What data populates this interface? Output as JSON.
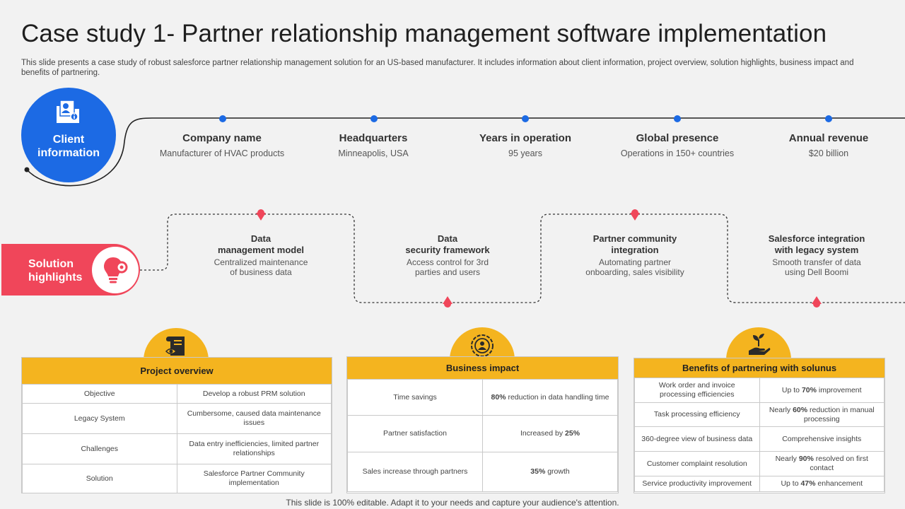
{
  "title": "Case study 1- Partner relationship management software implementation",
  "subtitle": "This slide presents a case study of robust salesforce partner relationship management solution for an US-based manufacturer. It includes information about client information, project overview, solution highlights, business impact and benefits of partnering.",
  "client_info": {
    "label_line1": "Client",
    "label_line2": "information",
    "icon": "profile-folder-icon",
    "items": [
      {
        "heading": "Company name",
        "value": "Manufacturer of HVAC products"
      },
      {
        "heading": "Headquarters",
        "value": "Minneapolis, USA"
      },
      {
        "heading": "Years in operation",
        "value": "95 years"
      },
      {
        "heading": "Global presence",
        "value": "Operations in 150+ countries"
      },
      {
        "heading": "Annual revenue",
        "value": "$20 billion"
      }
    ]
  },
  "solution_highlights": {
    "label_line1": "Solution",
    "label_line2": "highlights",
    "icon": "lightbulb-gear-icon",
    "items": [
      {
        "h1": "Data",
        "h2": "management model",
        "v1": "Centralized maintenance",
        "v2": "of business data"
      },
      {
        "h1": "Data",
        "h2": "security framework",
        "v1": "Access control for 3rd",
        "v2": "parties and users"
      },
      {
        "h1": "Partner community",
        "h2": "integration",
        "v1": "Automating partner",
        "v2": "onboarding, sales visibility"
      },
      {
        "h1": "Salesforce integration",
        "h2": "with legacy system",
        "v1": "Smooth transfer of data",
        "v2": "using Dell Boomi"
      }
    ]
  },
  "project_overview": {
    "title": "Project overview",
    "icon": "scroll-eye-icon",
    "rows": [
      [
        "Objective",
        "Develop a robust PRM solution"
      ],
      [
        "Legacy System",
        "Cumbersome, caused data maintenance issues"
      ],
      [
        "Challenges",
        "Data entry inefficiencies, limited partner relationships"
      ],
      [
        "Solution",
        "Salesforce Partner Community implementation"
      ]
    ]
  },
  "business_impact": {
    "title": "Business impact",
    "icon": "target-people-icon",
    "rows": [
      {
        "label": "Time savings",
        "bold": "80%",
        "rest": " reduction in data handling time",
        "prefix": ""
      },
      {
        "label": "Partner satisfaction",
        "prefix": "Increased by ",
        "bold": "25%",
        "rest": ""
      },
      {
        "label": "Sales increase through partners",
        "prefix": "",
        "bold": "35%",
        "rest": " growth"
      }
    ]
  },
  "benefits": {
    "title": "Benefits of partnering with solunus",
    "icon": "hand-plant-icon",
    "rows": [
      {
        "label": "Work order and invoice processing efficiencies",
        "prefix": "Up to ",
        "bold": "70%",
        "rest": " improvement"
      },
      {
        "label": "Task processing efficiency",
        "prefix": "Nearly ",
        "bold": "60%",
        "rest": " reduction in manual processing"
      },
      {
        "label": "360-degree view of business data",
        "prefix": "",
        "bold": "",
        "rest": "Comprehensive insights"
      },
      {
        "label": "Customer complaint resolution",
        "prefix": "Nearly ",
        "bold": "90%",
        "rest": " resolved on first contact"
      },
      {
        "label": "Service productivity improvement",
        "prefix": "Up to ",
        "bold": "47%",
        "rest": " enhancement"
      }
    ]
  },
  "footer": "This slide is 100% editable. Adapt it to your needs and capture your audience's attention.",
  "colors": {
    "blue": "#1c6ae4",
    "red": "#f0465a",
    "yellow": "#f4b41f"
  }
}
